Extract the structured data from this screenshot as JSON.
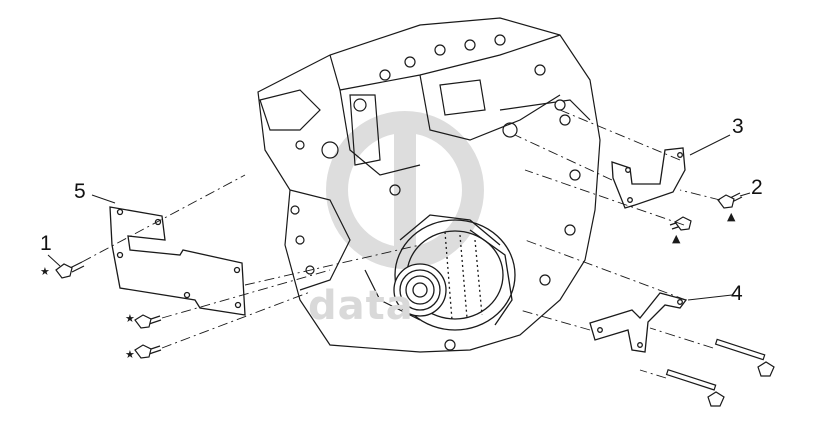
{
  "callouts": {
    "c1": "1",
    "c2": "2",
    "c3": "3",
    "c4": "4",
    "c5": "5"
  },
  "watermark": {
    "text": "data"
  },
  "symbols": {
    "star": "★",
    "triangle": "▲"
  },
  "colors": {
    "line": "#1a1a1a",
    "watermark": "#d9d9d9"
  }
}
